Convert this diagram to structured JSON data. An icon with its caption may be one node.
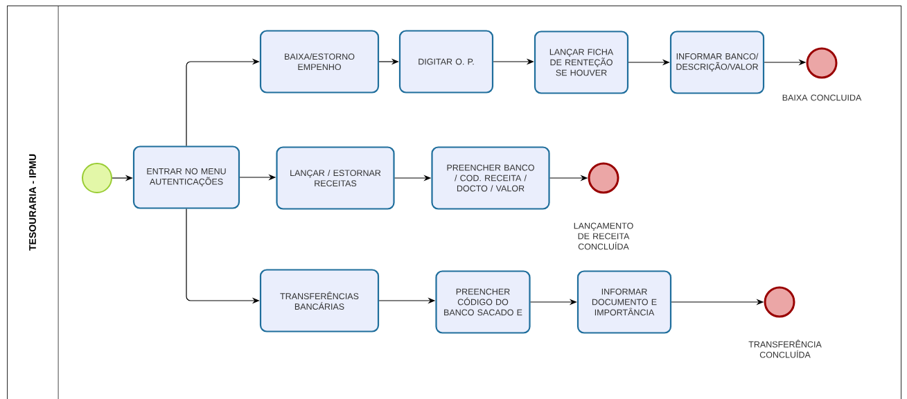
{
  "diagram": {
    "nodes": [
      {
        "text": [
          "TESOURARIA - IPMU"
        ]
      },
      {
        "text": [],
        "shape": "circle",
        "in": 0
      },
      {
        "text": [
          "ENTRAR NO MENU AUTENTICAÇÕES"
        ],
        "in": 0
      },
      {
        "text": [
          "BAIXA/ESTORNO EMPENHO"
        ],
        "in": 0
      },
      {
        "text": [
          "DIGITAR O. P."
        ],
        "in": 0
      },
      {
        "text": [
          "LANÇAR FICHA DE RENTEÇÃO SE HOUVER"
        ],
        "in": 0
      },
      {
        "text": [
          "INFORMAR BANCO/DESCRIÇÃO/VALOR"
        ],
        "in": 0
      },
      {
        "text": [],
        "shape": "circle",
        "in": 0,
        "beside": [
          "BAIXA CONCLUIDA"
        ]
      },
      {
        "text": [
          "LANÇAR / ESTORNAR RECEITAS"
        ],
        "in": 0
      },
      {
        "text": [
          "PREENCHER BANCO / COD. RECEITA / DOCTO / VALOR"
        ],
        "in": 0
      },
      {
        "text": [],
        "shape": "circle",
        "in": 0,
        "beside": [
          "LANÇAMENTO DE RECEITA CONCLUÍDA"
        ]
      },
      {
        "text": [
          "TRANSFERÊNCIAS BANCÁRIAS"
        ],
        "in": 0
      },
      {
        "text": [
          "PREENCHER CÓDIGO DO BANCO SACADO E"
        ],
        "in": 0
      },
      {
        "text": [
          "INFORMAR DOCUMENTO E IMPORTÂNCIA"
        ],
        "in": 0
      },
      {
        "text": [],
        "shape": "circle",
        "in": 0,
        "beside": [
          "TRANSFERÊNCIA CONCLUÍDA"
        ]
      }
    ],
    "edges": [
      {
        "from": 1,
        "to": 2,
        "arrow": "to"
      },
      {
        "from": 2,
        "to": 3,
        "arrow": "to"
      },
      {
        "from": 3,
        "to": 4,
        "arrow": "to"
      },
      {
        "from": 4,
        "to": 5,
        "arrow": "to"
      },
      {
        "from": 5,
        "to": 6,
        "arrow": "to"
      },
      {
        "from": 6,
        "to": 7,
        "arrow": "to"
      },
      {
        "from": 2,
        "to": 8,
        "arrow": "to"
      },
      {
        "from": 8,
        "to": 9,
        "arrow": "to"
      },
      {
        "from": 9,
        "to": 10,
        "arrow": "to"
      },
      {
        "from": 2,
        "to": 11,
        "arrow": "to"
      },
      {
        "from": 11,
        "to": 12,
        "arrow": "to"
      },
      {
        "from": 12,
        "to": 13,
        "arrow": "to"
      },
      {
        "from": 13,
        "to": 14,
        "arrow": "to"
      }
    ]
  }
}
